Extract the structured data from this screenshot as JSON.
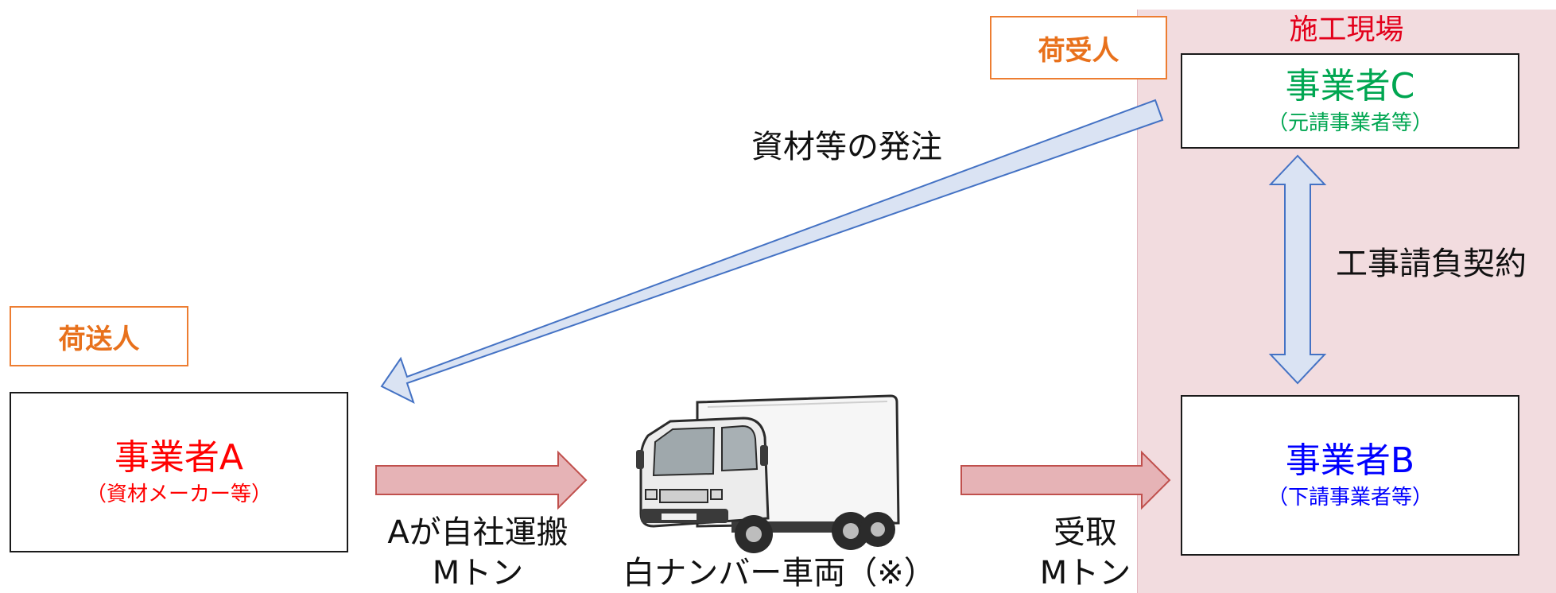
{
  "site": {
    "label": "施工現場",
    "fill": "#f2dcdf"
  },
  "roles": {
    "consignee": "荷受人",
    "consignor": "荷送人",
    "tag_color": "#ed7d31"
  },
  "entities": {
    "a": {
      "name": "事業者A",
      "sub": "（資材メーカー等）",
      "color": "#ff0000"
    },
    "b": {
      "name": "事業者B",
      "sub": "（下請事業者等）",
      "color": "#0000ff"
    },
    "c": {
      "name": "事業者C",
      "sub": "（元請事業者等）",
      "color": "#00a651"
    }
  },
  "labels": {
    "order": "資材等の発注",
    "contract": "工事請負契約",
    "transport_line1": "Aが自社運搬",
    "transport_line2": "Mトン",
    "receive_line1": "受取",
    "receive_line2": "Mトン",
    "truck_caption": "白ナンバー車両（※）"
  },
  "icons": {
    "vehicle": "box-truck-icon"
  },
  "arrow_colors": {
    "order_fill": "#dae3f3",
    "order_stroke": "#4472c4",
    "delivery_fill": "#e6b3b6",
    "delivery_stroke": "#c0504d"
  }
}
